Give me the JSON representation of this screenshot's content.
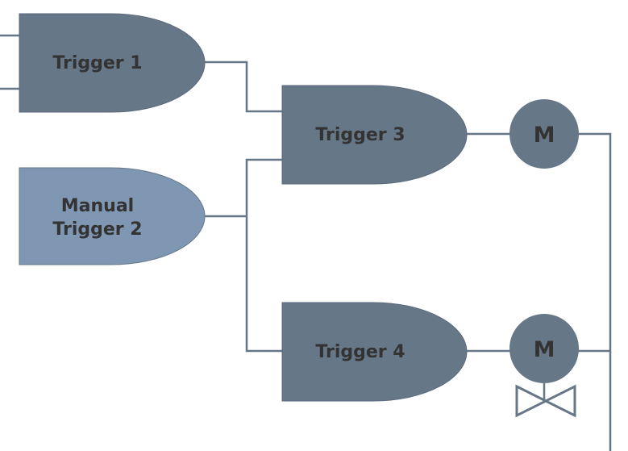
{
  "diagram": {
    "gates": [
      {
        "id": "trigger1",
        "lines": [
          "Trigger 1"
        ]
      },
      {
        "id": "trigger2",
        "lines": [
          "Manual",
          "Trigger 2"
        ]
      },
      {
        "id": "trigger3",
        "lines": [
          "Trigger 3"
        ]
      },
      {
        "id": "trigger4",
        "lines": [
          "Trigger 4"
        ]
      }
    ],
    "motors": [
      {
        "id": "motor1",
        "label": "M"
      },
      {
        "id": "motor2",
        "label": "M"
      }
    ],
    "colors": {
      "gate": "#667788",
      "gate_highlight": "#7f97b2",
      "wire": "#667788",
      "text": "#333333"
    },
    "icons": {
      "valve": "bowtie-valve-icon"
    }
  }
}
